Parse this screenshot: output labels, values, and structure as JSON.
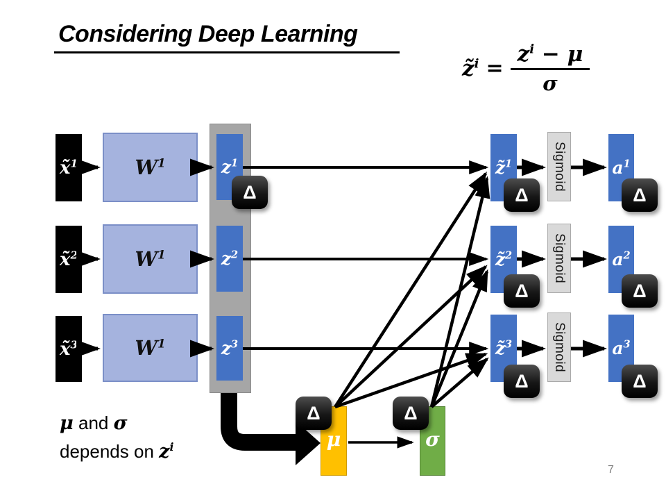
{
  "slide": {
    "title": "Considering Deep Learning",
    "page_number": "7"
  },
  "formula": {
    "lhs": {
      "base": "z̃",
      "sup": "i"
    },
    "eq": "=",
    "numerator": {
      "z_base": "z",
      "z_sup": "i",
      "minus": "−",
      "mu": "μ"
    },
    "denominator": "σ"
  },
  "note": {
    "mu": "μ",
    "and": " and ",
    "sigma": "σ",
    "line2_text": "depends on ",
    "z": {
      "base": "z",
      "sup": "i"
    }
  },
  "diagram": {
    "delta_label": "Δ",
    "sigmoid_label": "Sigmoid",
    "mu_label": "μ",
    "sigma_label": "σ",
    "rows": [
      {
        "input": {
          "base": "x̃",
          "sup": "1"
        },
        "weight": {
          "base": "W",
          "sup": "1"
        },
        "z": {
          "base": "z",
          "sup": "1"
        },
        "zt": {
          "base": "z̃",
          "sup": "1"
        },
        "a": {
          "base": "a",
          "sup": "1"
        }
      },
      {
        "input": {
          "base": "x̃",
          "sup": "2"
        },
        "weight": {
          "base": "W",
          "sup": "1"
        },
        "z": {
          "base": "z",
          "sup": "2"
        },
        "zt": {
          "base": "z̃",
          "sup": "2"
        },
        "a": {
          "base": "a",
          "sup": "2"
        }
      },
      {
        "input": {
          "base": "x̃",
          "sup": "3"
        },
        "weight": {
          "base": "W",
          "sup": "1"
        },
        "z": {
          "base": "z",
          "sup": "3"
        },
        "zt": {
          "base": "z̃",
          "sup": "3"
        },
        "a": {
          "base": "a",
          "sup": "3"
        }
      }
    ],
    "colors": {
      "node_blue": "#4472c4",
      "weight_blue": "#a5b3de",
      "bar_gray": "#a6a6a6",
      "sigmoid_gray": "#d9d9d9",
      "mu_orange": "#ffc000",
      "sigma_green": "#70ad47",
      "badge_black": "#141414",
      "line_black": "#000000"
    }
  }
}
